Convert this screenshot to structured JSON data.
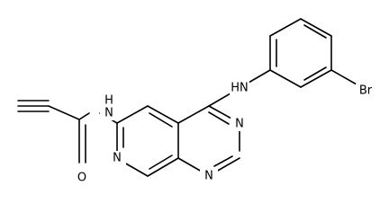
{
  "molecule": {
    "description_visible": false,
    "atoms": {
      "nh_amine": "H​N",
      "br": "Br",
      "nh_amide": "N",
      "nh_amide_h": "H",
      "o": "O",
      "n_pyrimidine_1": "N",
      "n_pyrimidine_2": "N",
      "n_pyridine": "N"
    }
  }
}
